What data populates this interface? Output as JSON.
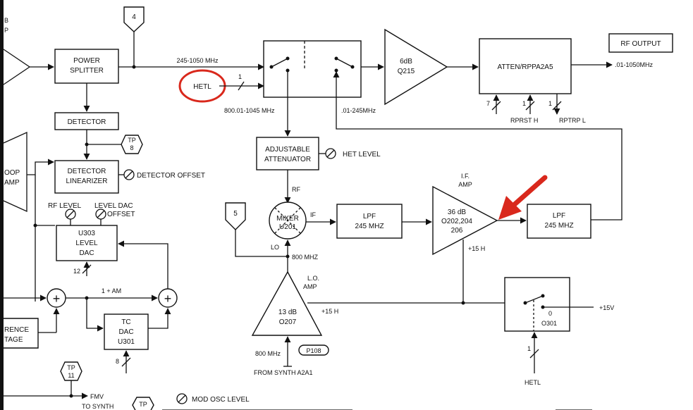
{
  "blocks": {
    "power_splitter": [
      "POWER",
      "SPLITTER"
    ],
    "detector": "DETECTOR",
    "detector_linearizer": [
      "DETECTOR",
      "LINEARIZER"
    ],
    "level_dac": [
      "U303",
      "LEVEL",
      "DAC"
    ],
    "tc_dac": [
      "TC",
      "DAC",
      "U301"
    ],
    "adjustable_attenuator": [
      "ADJUSTABLE",
      "ATTENUATOR"
    ],
    "amp_6db": [
      "6dB",
      "Q215"
    ],
    "atten": "ATTEN/RPPA2A5",
    "rf_output": "RF OUTPUT",
    "mixer": [
      "MIXER",
      "U201"
    ],
    "lpf1": [
      "LPF",
      "245 MHZ"
    ],
    "lpf2": [
      "LPF",
      "245 MHZ"
    ],
    "if_amp": [
      "36 dB",
      "O202,204",
      "206"
    ],
    "lo_amp": [
      "13 dB",
      "O207"
    ],
    "switch_q301": [
      "0",
      "O301"
    ],
    "loop_amp_partial": [
      "OOP",
      "AMP"
    ],
    "reference_voltage_partial": [
      "RENCE",
      "TAGE"
    ]
  },
  "labels": {
    "connector_4": "4",
    "connector_5": "5",
    "freq_main": "245-1050 MHz",
    "hetl_input": "HETL",
    "bits_1": "1",
    "freq_800_1045": "800.01-1045 MHz",
    "freq_01_245": ".01-245MHz",
    "out_freq": ".01-1050MHz",
    "bits_7": "7",
    "bits_1b": "1",
    "bits_1c": "1",
    "rpprst": "RPRST H",
    "rpptrp": "RPTRP L",
    "het_level": "HET LEVEL",
    "rf": "RF",
    "if": "IF",
    "lo": "LO",
    "lo_freq": "800 MHZ",
    "if_amp_title": [
      "I.F.",
      "AMP"
    ],
    "lo_amp_title": [
      "L.O.",
      "AMP"
    ],
    "plus15h_a": "+15 H",
    "plus15h_b": "+15 H",
    "plus15v": "+15V",
    "bits_1d": "1",
    "hetl_bottom": "HETL",
    "p108": "P108",
    "synth_freq": "800 MHz",
    "from_synth": "FROM SYNTH A2A1",
    "tp8": [
      "TP",
      "8"
    ],
    "tp11": [
      "TP",
      "11"
    ],
    "tp_bottom": "TP",
    "detector_offset": "DETECTOR OFFSET",
    "rf_level": "RF LEVEL",
    "level_dac_offset": [
      "LEVEL DAC",
      "OFFSET"
    ],
    "bits_12": "12",
    "bits_8": "8",
    "one_am": "1 + AM",
    "fmv": "FMV",
    "to_synth": "TO SYNTH",
    "mod_osc_level": "MOD OSC LEVEL",
    "plus_a": "+",
    "plus_b": "+",
    "edge_b": "B",
    "edge_p": "P"
  },
  "colors": {
    "annotation": "#d9281c",
    "ink": "#111111"
  }
}
